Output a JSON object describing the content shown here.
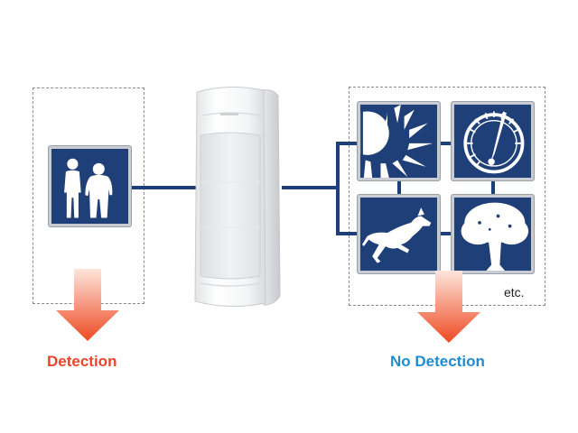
{
  "labels": {
    "detection": "Detection",
    "no_detection": "No Detection",
    "etc": "etc."
  },
  "colors": {
    "tile_navy": "#1f3f78",
    "detection_red": "#e8452c",
    "no_detection_blue": "#1f8dd0",
    "arrow_top": "#fde5dc",
    "arrow_bottom": "#ee4a22"
  },
  "icons": {
    "detection_tile": "people-icon",
    "no_detection_tiles": [
      "sun-icon",
      "thermometer-gauge-icon",
      "running-dog-icon",
      "tree-icon"
    ],
    "center": "motion-sensor-device"
  }
}
